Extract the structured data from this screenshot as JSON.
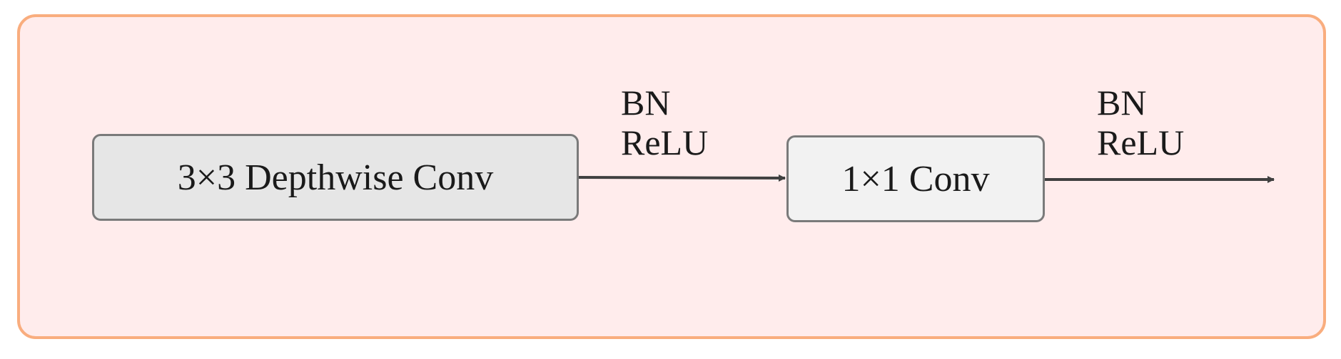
{
  "colors": {
    "panel_border": "#f9ad7e",
    "panel_fill": "#ffecec",
    "box_depthwise_fill": "#e6e6e6",
    "box_pointwise_fill": "#f2f2f2",
    "box_border": "#7a7a7a",
    "arrow": "#404040"
  },
  "blocks": {
    "depthwise": {
      "label": "3×3 Depthwise Conv"
    },
    "pointwise": {
      "label": "1×1 Conv"
    }
  },
  "edges": {
    "after_depthwise": {
      "line1": "BN",
      "line2": "ReLU"
    },
    "after_pointwise": {
      "line1": "BN",
      "line2": "ReLU"
    }
  }
}
